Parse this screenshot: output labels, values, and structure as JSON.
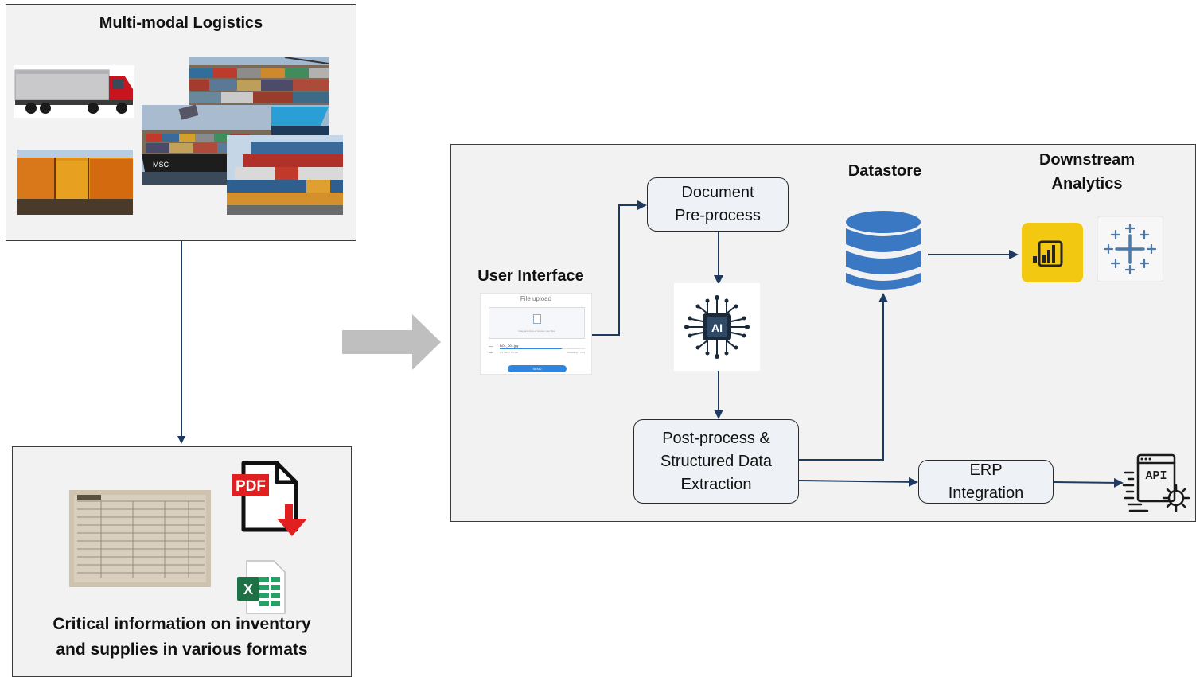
{
  "logistics_panel": {
    "title": "Multi-modal Logistics"
  },
  "documents_panel": {
    "caption_lines": [
      "Critical information on inventory",
      "and supplies in various formats"
    ]
  },
  "icons": {
    "pdf_badge": "PDF",
    "excel_letter": "X",
    "ai_chip_label": "AI",
    "api_label": "API",
    "ship_brand": "MSC"
  },
  "pipeline": {
    "ui_label": "User Interface",
    "upload_card": {
      "title": "File upload",
      "drop_hint": "Drag and drop or browse your files",
      "file_name": "BOL_001.jpg",
      "file_meta": "2.3 MB of 7.5 MB",
      "file_status": "Uploading... 73%",
      "button": "SEND"
    },
    "preprocess": [
      "Document",
      "Pre-process"
    ],
    "postprocess": [
      "Post-process &",
      "Structured Data",
      "Extraction"
    ],
    "datastore_label": "Datastore",
    "analytics_label": [
      "Downstream",
      "Analytics"
    ],
    "erp": [
      "ERP",
      "Integration"
    ]
  },
  "colors": {
    "panel_bg": "#f2f2f2",
    "node_bg": "#eef1f5",
    "arrow_navy": "#1f3a5f",
    "db_blue": "#3a78c3",
    "powerbi_yellow": "#f2c811",
    "tableau_blue": "#4e79a7",
    "pdf_red": "#e02020",
    "excel_green": "#1e7145",
    "big_arrow_gray": "#bfbfbf"
  }
}
